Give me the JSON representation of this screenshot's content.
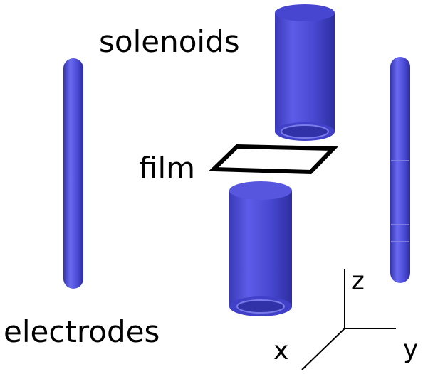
{
  "labels": {
    "solenoids": "solenoids",
    "film": "film",
    "electrodes": "electrodes"
  },
  "axes": {
    "z": "z",
    "y": "y",
    "x": "x"
  },
  "colors": {
    "component_blue": "#4b4bd8",
    "component_shadow": "#2a2a9a",
    "outline": "#000000",
    "background": "#ffffff"
  }
}
